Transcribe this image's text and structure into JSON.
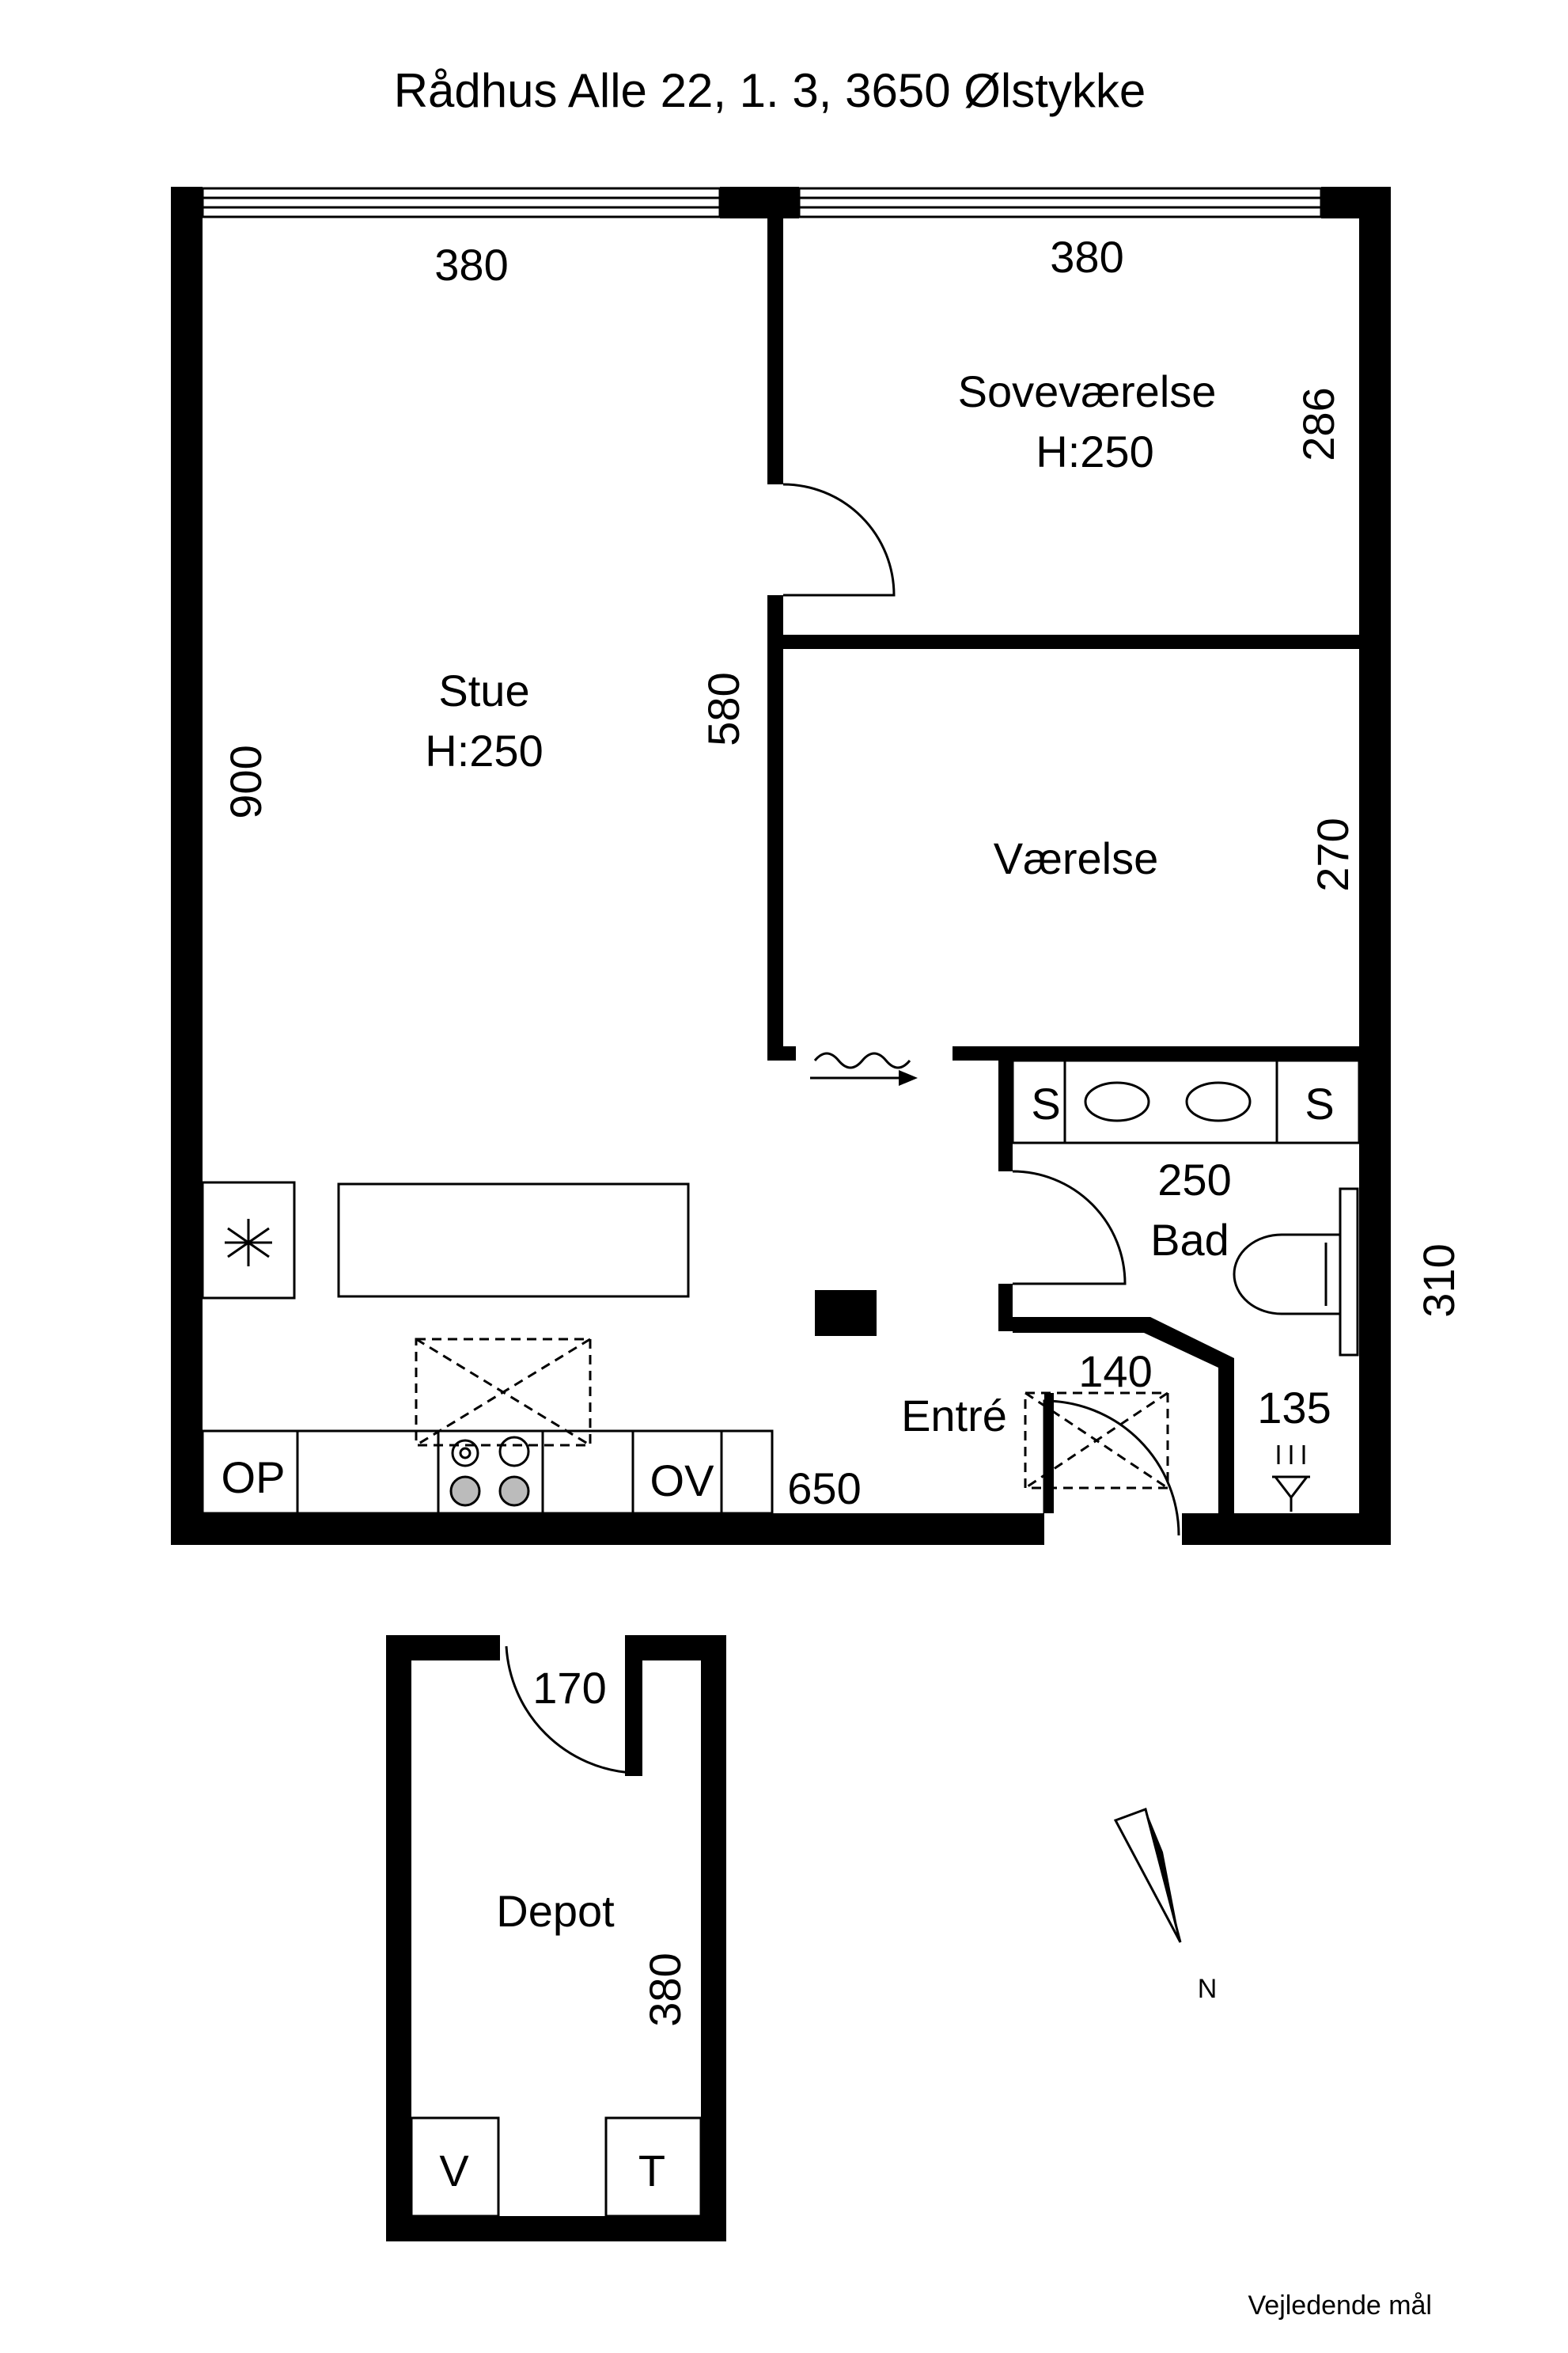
{
  "title": "Rådhus Alle 22, 1. 3, 3650 Ølstykke",
  "rooms": {
    "stue": {
      "name": "Stue",
      "height": "H:250"
    },
    "sovevaerelse": {
      "name": "Soveværelse",
      "height": "H:250"
    },
    "vaerelse": {
      "name": "Værelse"
    },
    "bad": {
      "name": "Bad"
    },
    "entre": {
      "name": "Entré"
    },
    "depot": {
      "name": "Depot"
    }
  },
  "dimensions": {
    "stue_width": "380",
    "stue_depth": "900",
    "stue_inner": "580",
    "kitchen_length": "650",
    "sove_width": "380",
    "sove_depth": "286",
    "vaerelse_depth": "270",
    "bad_width": "250",
    "bad_depth": "310",
    "entre_width": "140",
    "entre_side": "135",
    "depot_width": "170",
    "depot_depth": "380"
  },
  "fixtures": {
    "op": "OP",
    "ov": "OV",
    "closet_left": "S",
    "closet_right": "S",
    "depot_v": "V",
    "depot_t": "T"
  },
  "compass": {
    "north": "N"
  },
  "footer": "Vejledende mål"
}
